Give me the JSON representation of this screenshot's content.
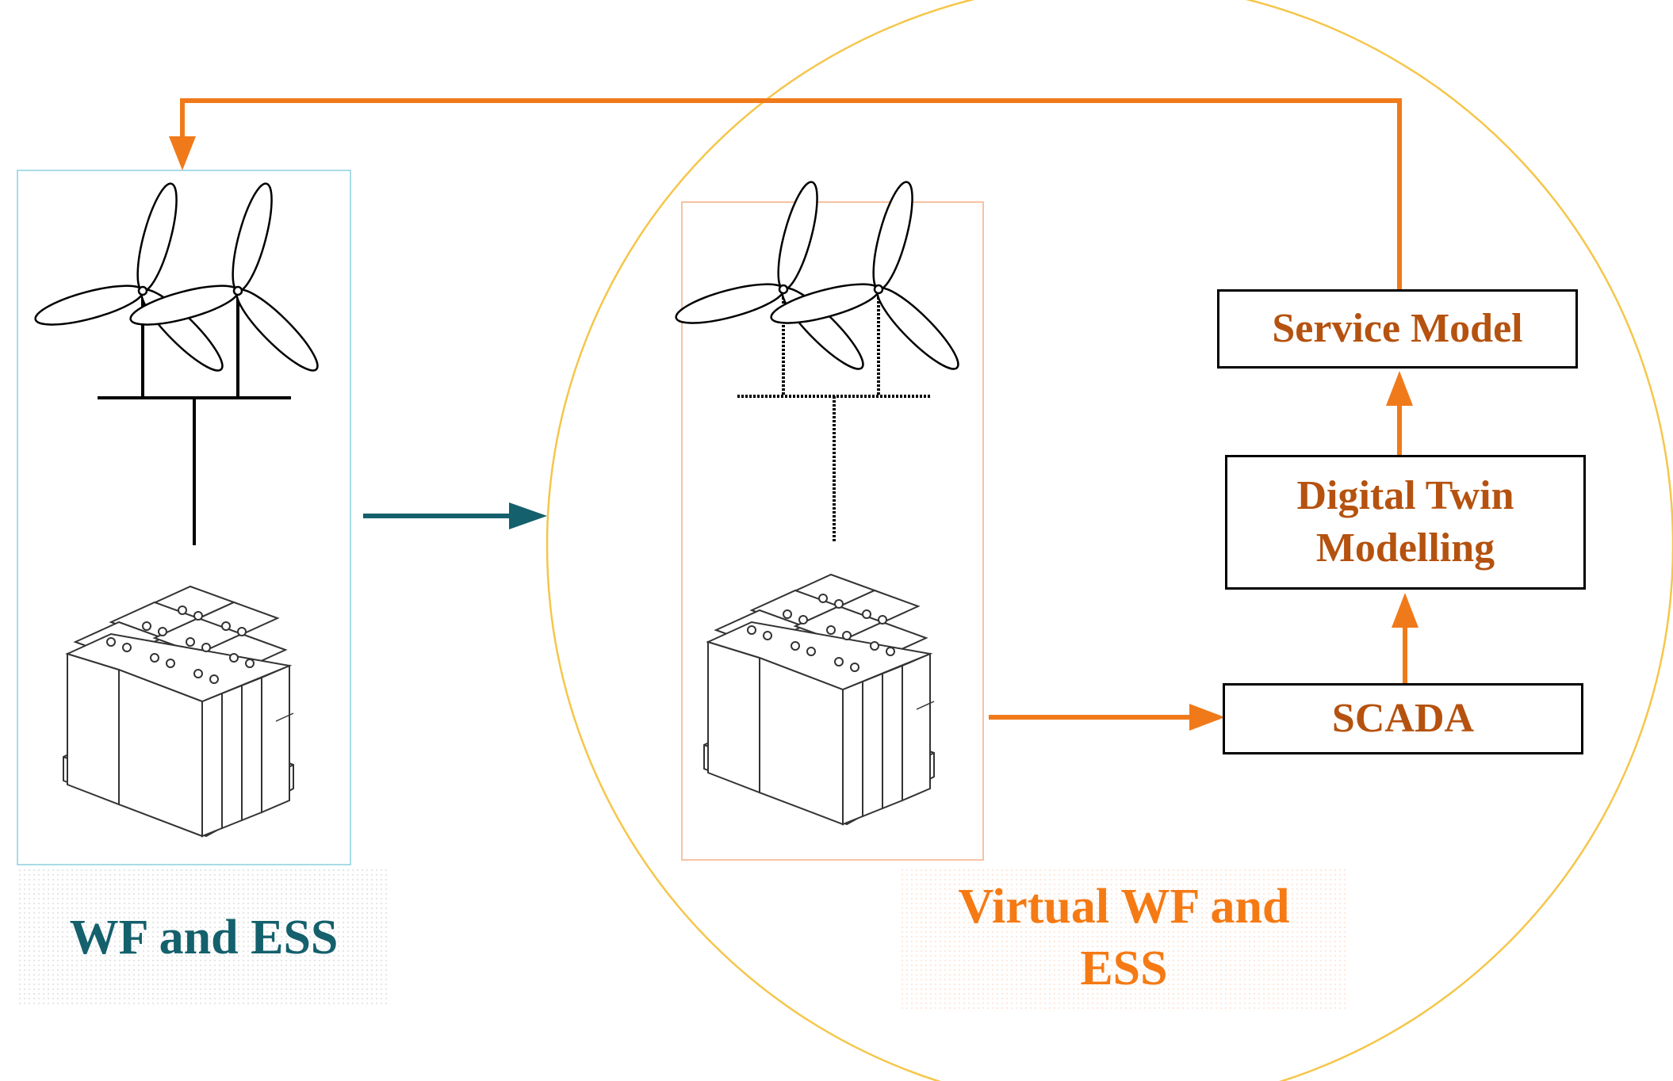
{
  "colors": {
    "teal": "#14606c",
    "orange": "#f07a1a",
    "orange_text": "#f57a14",
    "box_text": "#b5520f",
    "circle": "#f5c64a",
    "panel_left_border": "#a9dbe8",
    "panel_right_border": "#f7c2a3"
  },
  "icons": {
    "turbine": "wind-turbine-icon",
    "battery": "battery-pack-icon"
  },
  "physical": {
    "label": "WF and ESS"
  },
  "virtual": {
    "label_line1": "Virtual WF and",
    "label_line2": "ESS"
  },
  "boxes": {
    "service_model": "Service Model",
    "digital_twin_line1": "Digital Twin",
    "digital_twin_line2": "Modelling",
    "scada": "SCADA"
  }
}
